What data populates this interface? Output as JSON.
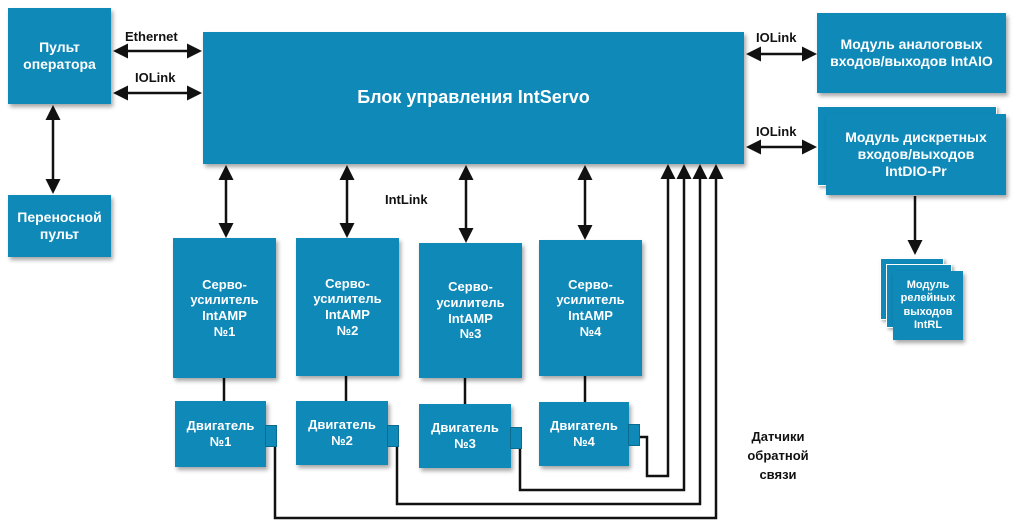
{
  "blocks": {
    "operator_panel": "Пульт оператора",
    "portable_panel": "Переносной пульт",
    "controller": "Блок управления IntServo",
    "analog_module": "Модуль аналоговых входов/выходов IntAIO",
    "discrete_module": "Модуль дискретных входов/выходов IntDIO-Pr",
    "relay_module": "Модуль релейных выходов IntRL",
    "servo_amps": [
      "Серво-усилитель IntAMP №1",
      "Серво-усилитель IntAMP №2",
      "Серво-усилитель IntAMP №3",
      "Серво-усилитель IntAMP №4"
    ],
    "motors": [
      "Двигатель №1",
      "Двигатель №2",
      "Двигатель №3",
      "Двигатель №4"
    ]
  },
  "labels": {
    "ethernet": "Ethernet",
    "iolink_left": "IOLink",
    "iolink_right_top": "IOLink",
    "iolink_right_bottom": "IOLink",
    "intlink": "IntLink",
    "feedback": "Датчики обратной связи"
  }
}
